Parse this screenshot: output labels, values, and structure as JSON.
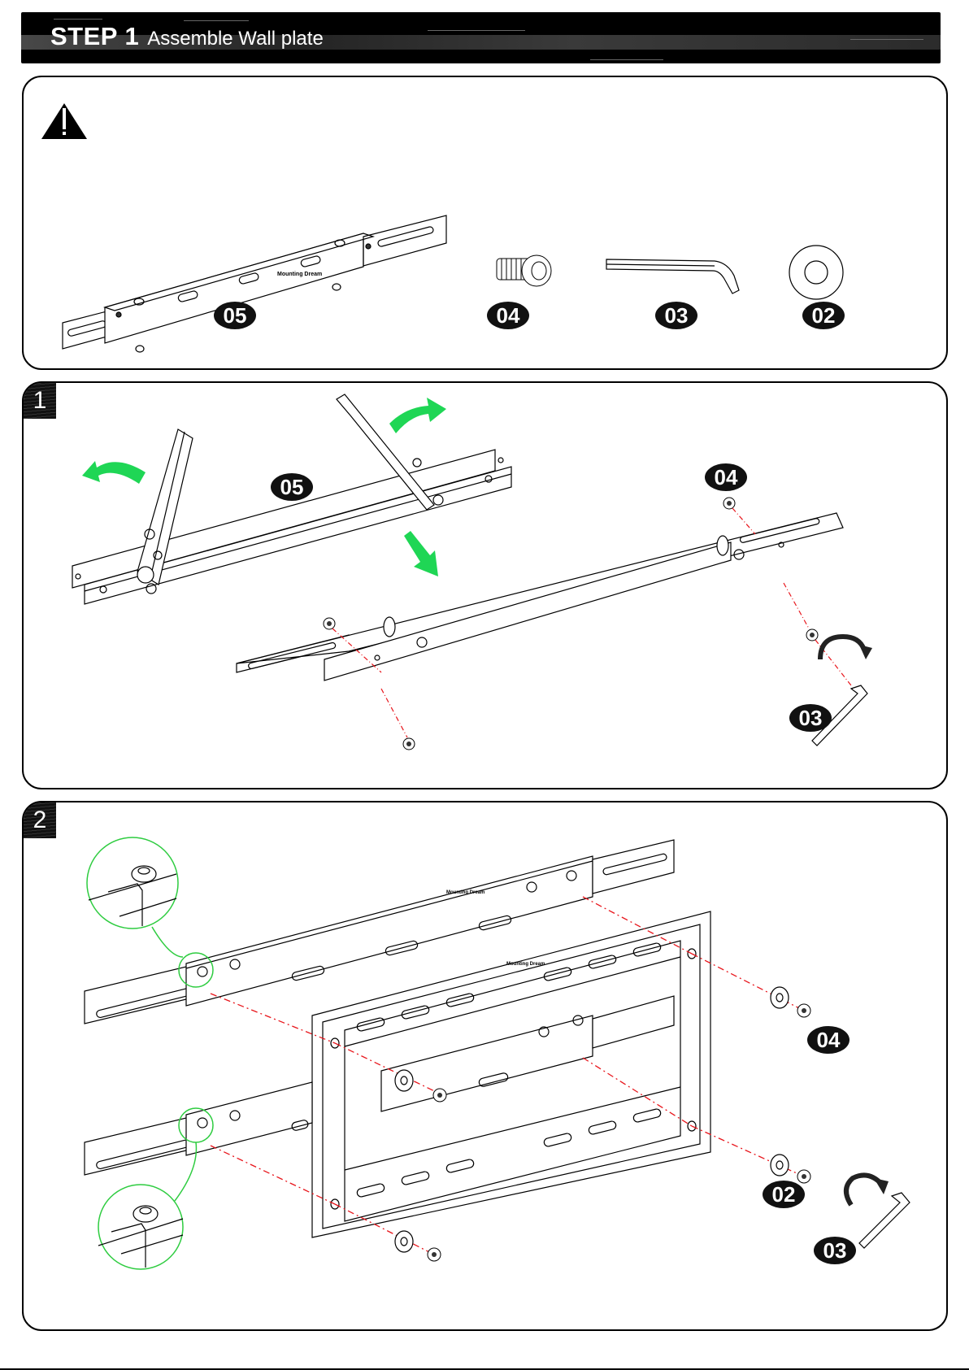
{
  "header": {
    "step_label": "STEP 1",
    "title": "Assemble Wall plate"
  },
  "parts_panel": {
    "warning_icon": "warning-triangle-icon",
    "parts": [
      {
        "id": "05",
        "name": "wall-plate-rail"
      },
      {
        "id": "04",
        "name": "hex-socket-bolt"
      },
      {
        "id": "03",
        "name": "hex-key"
      },
      {
        "id": "02",
        "name": "washer"
      }
    ]
  },
  "steps": [
    {
      "number": "1",
      "labels": [
        "05",
        "04",
        "03"
      ]
    },
    {
      "number": "2",
      "labels": [
        "04",
        "02",
        "03"
      ]
    }
  ],
  "brand_logo_text": "Mounting Dream",
  "colors": {
    "arrow_green": "#1fd655",
    "detail_circle_green": "#2ecc40",
    "guide_line_red": "#e8151b",
    "label_bg": "#111111"
  }
}
